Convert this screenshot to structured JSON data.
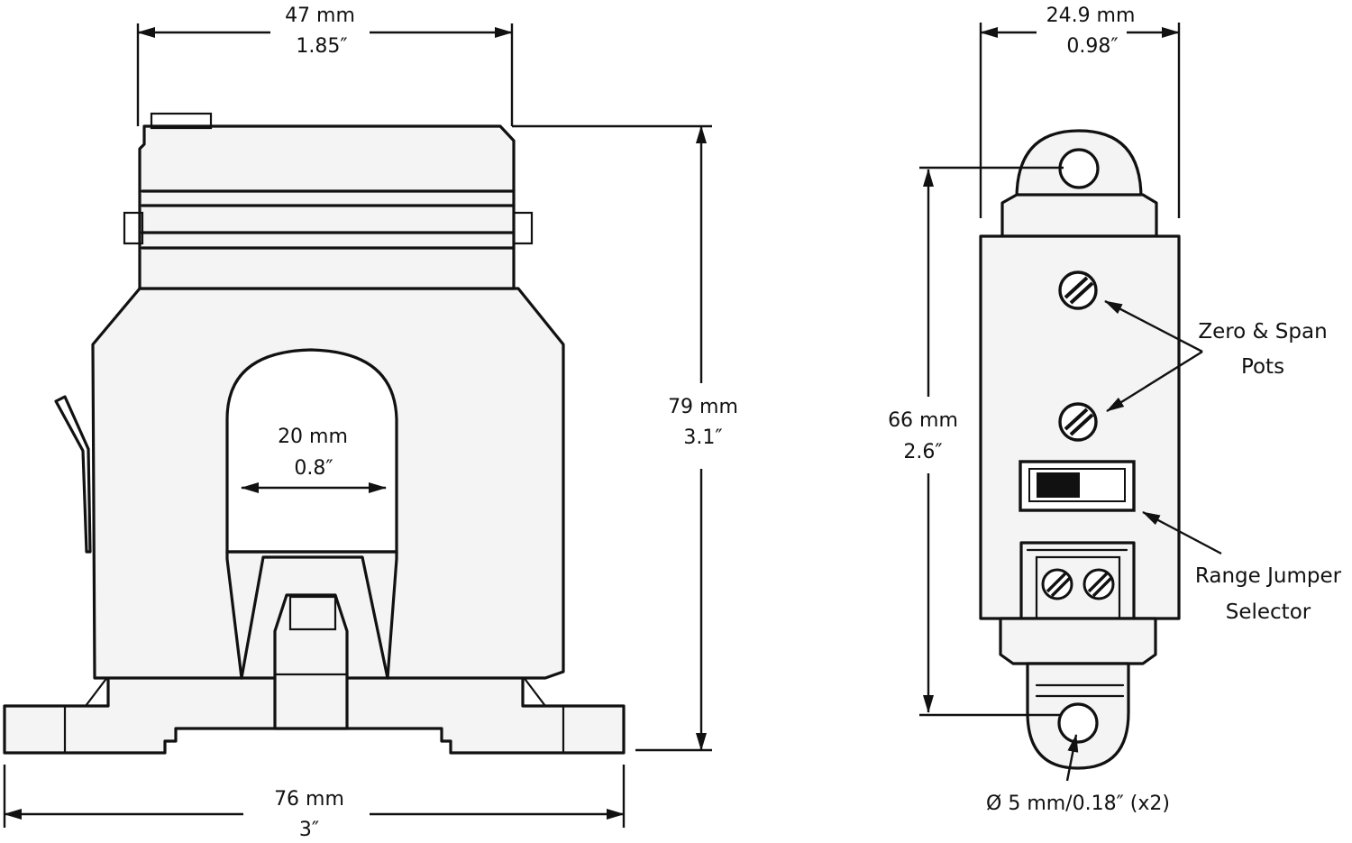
{
  "front_view": {
    "width_top": {
      "mm": "47 mm",
      "in": "1.85″"
    },
    "height": {
      "mm": "79 mm",
      "in": "3.1″"
    },
    "aperture": {
      "mm": "20 mm",
      "in": "0.8″"
    },
    "base_width": {
      "mm": "76 mm",
      "in": "3″"
    }
  },
  "side_view": {
    "width": {
      "mm": "24.9 mm",
      "in": "0.98″"
    },
    "hole_spacing": {
      "mm": "66 mm",
      "in": "2.6″"
    },
    "callouts": {
      "pots_line1": "Zero & Span",
      "pots_line2": "Pots",
      "jumper_line1": "Range Jumper",
      "jumper_line2": "Selector",
      "hole": "Ø 5 mm/0.18″  (x2)"
    }
  }
}
